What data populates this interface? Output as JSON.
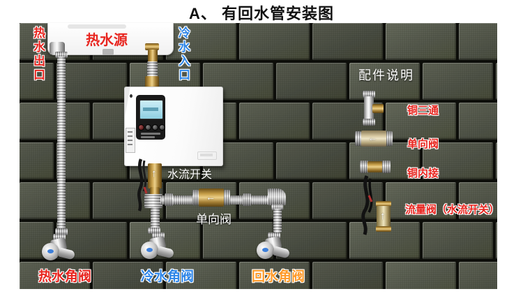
{
  "title": "A、 有回水管安装图",
  "diagram": {
    "heater_label": "热水源",
    "hot_outlet_label": "热水出口",
    "cold_inlet_label": "冷水入口",
    "flow_switch_label": "水流开关",
    "check_valve_label": "单向阀",
    "hot_angle_valve_label": "热水角阀",
    "cold_angle_valve_label": "冷水角阀",
    "return_angle_valve_label": "回水角阀"
  },
  "legend": {
    "title": "配件说明",
    "items": [
      {
        "name": "铜三通"
      },
      {
        "name": "单向阀"
      },
      {
        "name": "铜内接"
      },
      {
        "name": "流量阀（水流开关）"
      }
    ]
  },
  "icons": {
    "up_arrow": "↑",
    "left_arrow": "←"
  },
  "colors": {
    "hot_label": "#e8251f",
    "cold_label": "#2f86e8",
    "return_label": "#ff9a2a",
    "legend_label": "#e8251f",
    "wall_brick": "#4c5044",
    "wall_mortar": "#0d0e0a"
  }
}
